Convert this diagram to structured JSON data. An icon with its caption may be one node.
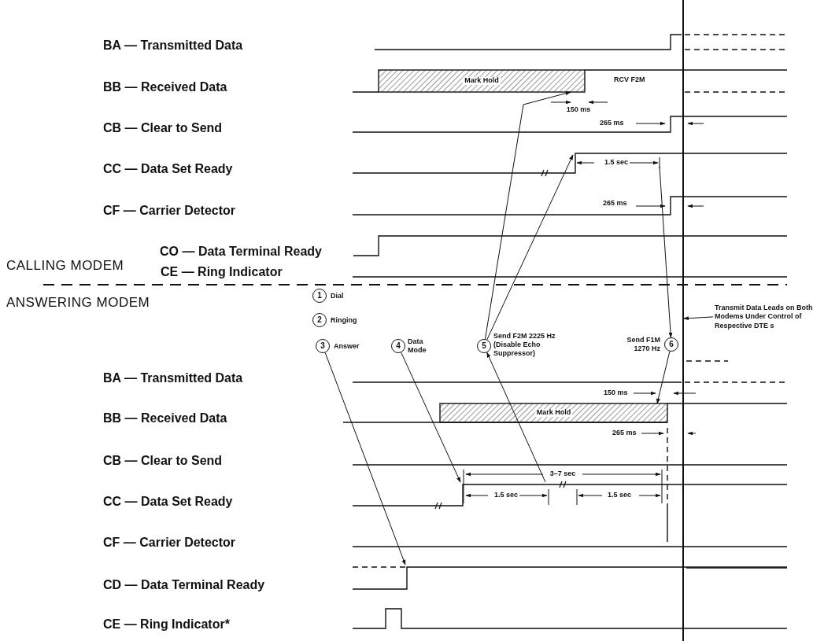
{
  "diagram": {
    "nodes": [
      {
        "text": [
          "1"
        ],
        "beside": [
          "Dial"
        ]
      },
      {
        "text": [
          "2"
        ],
        "beside": [
          "Ringing"
        ]
      },
      {
        "text": [
          "3"
        ],
        "beside": [
          "Answer"
        ]
      },
      {
        "text": [
          "4"
        ],
        "beside": [
          "Data Mode"
        ]
      },
      {
        "text": [
          "5"
        ],
        "beside": [
          "Send F2M 2225 Hz (Disable Echo Suppressor)"
        ]
      },
      {
        "text": [
          "6"
        ],
        "beside": [
          "Send F1M 1270 Hz"
        ]
      },
      {
        "text": [
          "Transmit Data Leads on Both Modems Under Control of Respective DTE s"
        ]
      },
      {
        "text": [
          "Mark Hold"
        ]
      },
      {
        "text": [
          "Mark Hold"
        ]
      },
      {
        "text": [],
        "shape": "bar"
      }
    ],
    "edges": [
      {
        "from": 4,
        "to": 7,
        "arrow": "to"
      },
      {
        "from": 4,
        "to": null,
        "arrow": "to"
      },
      {
        "from": null,
        "to": 4,
        "arrow": "to"
      },
      {
        "from": 2,
        "to": null,
        "arrow": "to"
      },
      {
        "from": 3,
        "to": null,
        "arrow": "to"
      },
      {
        "from": null,
        "to": 5,
        "arrow": "to"
      },
      {
        "from": 5,
        "to": 8,
        "arrow": "to"
      },
      {
        "from": 6,
        "to": 9,
        "arrow": "to"
      }
    ],
    "labels": [
      "BA — Transmitted Data",
      "BB — Received Data",
      "RCV F2M",
      "150 ms",
      "CB — Clear to Send",
      "265 ms",
      "CC — Data Set Ready",
      "1.5 sec",
      "CF — Carrier Detector",
      "265 ms",
      "CO — Data Terminal Ready",
      "CALLING MODEM",
      "CE — Ring Indicator",
      "ANSWERING MODEM",
      "BA — Transmitted Data",
      "150 ms",
      "BB — Received Data",
      "265 ms",
      "CB — Clear to Send",
      "3–7 sec",
      "CC — Data Set Ready",
      "1.5 sec",
      "1.5 sec",
      "CF — Carrier Detector",
      "CD — Data Terminal Ready",
      "CE — Ring Indicator*"
    ]
  }
}
